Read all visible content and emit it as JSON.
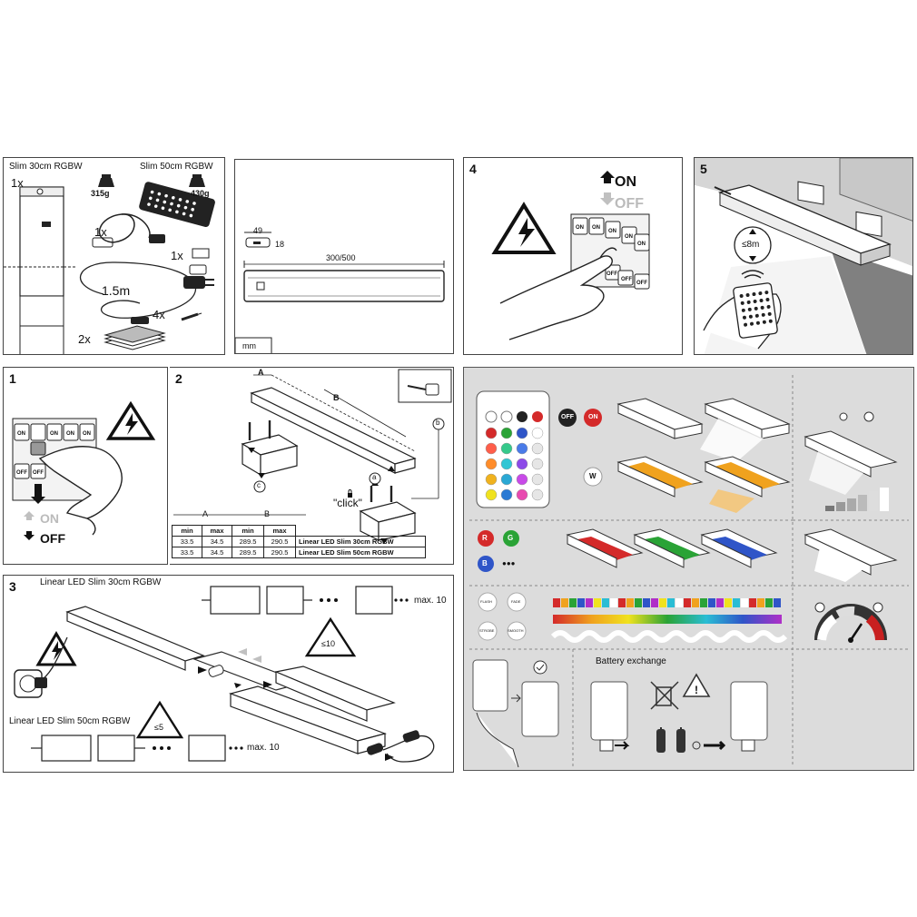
{
  "panel_a": {
    "label_30": "Slim 30cm RGBW",
    "label_50": "Slim 50cm RGBW",
    "weight_30": "315g",
    "weight_50": "430g",
    "qty_bar": "1x",
    "qty_cable": "1x",
    "qty_clip": "1x",
    "qty_screws": "4x",
    "qty_pads": "2x",
    "cable_length": "1.5m"
  },
  "panel_b": {
    "dim_width": "49",
    "dim_height": "18",
    "dim_length": "300/500",
    "unit": "mm"
  },
  "panel_4": {
    "number": "4",
    "state_on": "ON",
    "state_off": "OFF",
    "switch_label": "ON",
    "switch_label_off": "OFF"
  },
  "panel_5": {
    "number": "5",
    "range": "≤8m"
  },
  "panel_1": {
    "number": "1",
    "state_on": "ON",
    "state_off": "OFF",
    "switch_label": "ON",
    "switch_label_off": "OFF"
  },
  "panel_2": {
    "number": "2",
    "dim_a": "A",
    "dim_b": "B",
    "callout_a": "a",
    "callout_b": "b",
    "callout_c": "c",
    "click": "\"click\"",
    "table": {
      "headers": [
        "min",
        "max",
        "min",
        "max"
      ],
      "group_a": "A",
      "group_b": "B",
      "rows": [
        {
          "values": [
            "33.5",
            "34.5",
            "289.5",
            "290.5"
          ],
          "label": "Linear LED Slim 30cm RGBW"
        },
        {
          "values": [
            "33.5",
            "34.5",
            "289.5",
            "290.5"
          ],
          "label": "Linear LED Slim 50cm RGBW"
        }
      ]
    }
  },
  "panel_3": {
    "number": "3",
    "title_30": "Linear LED Slim 30cm RGBW",
    "title_50": "Linear LED Slim 50cm RGBW",
    "max_top": "max. 10",
    "max_bottom": "max. 10",
    "limit_10": "≤10",
    "limit_5": "≤5"
  },
  "panel_remote": {
    "off": "OFF",
    "on": "ON",
    "white": "W",
    "red": "R",
    "green": "G",
    "blue": "B",
    "dots": "●●●",
    "mode_flash": "FLASH",
    "mode_fade": "FADE",
    "mode_strobe": "STROBE",
    "mode_smooth": "SMOOTH",
    "battery_title": "Battery exchange",
    "colors": {
      "red": "#d42a2a",
      "green": "#2aa336",
      "blue": "#2f55c8",
      "amber": "#f0a21e"
    }
  }
}
